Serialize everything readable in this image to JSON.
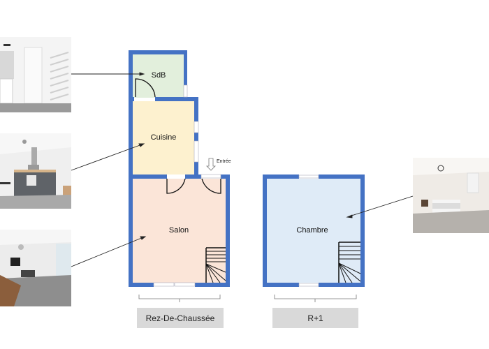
{
  "rooms": {
    "sdb": {
      "label": "SdB",
      "color": "#e2efdc"
    },
    "cuisine": {
      "label": "Cuisine",
      "color": "#fdf1cf"
    },
    "salon": {
      "label": "Salon",
      "color": "#fbe5d8"
    },
    "chambre": {
      "label": "Chambre",
      "color": "#dfebf7"
    }
  },
  "entrance_label": "Entrée",
  "levels": {
    "ground": "Rez-De-Chaussée",
    "first": "R+1"
  },
  "photos": [
    {
      "name": "bathroom-photo",
      "room": "SdB"
    },
    {
      "name": "kitchen-photo",
      "room": "Cuisine"
    },
    {
      "name": "living-room-photo",
      "room": "Salon"
    },
    {
      "name": "bedroom-photo",
      "room": "Chambre"
    }
  ],
  "colors": {
    "wall": "#4472c4",
    "level_box": "#d9d9d9"
  }
}
